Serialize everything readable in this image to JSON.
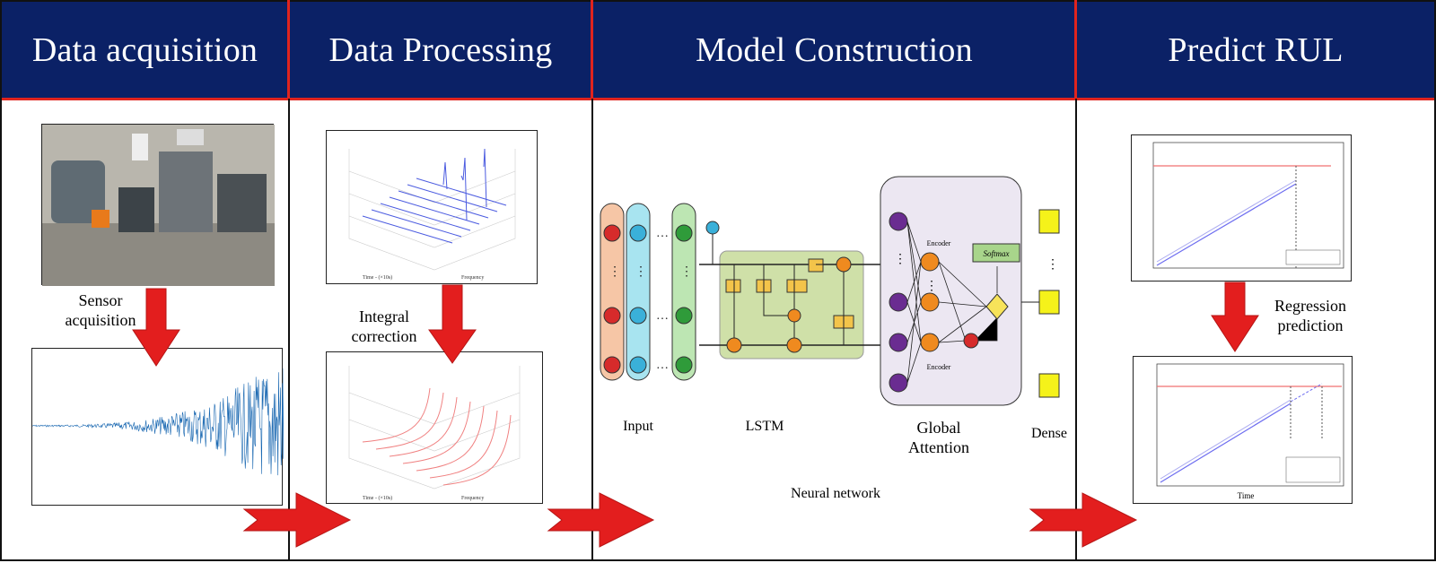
{
  "headers": {
    "data_acquisition": "Data acquisition",
    "data_processing": "Data Processing",
    "model_construction": "Model Construction",
    "predict_rul": "Predict RUL"
  },
  "acquisition": {
    "sensor_label": "Sensor acquisition"
  },
  "processing": {
    "integral_label": "Integral correction"
  },
  "model": {
    "input_label": "Input",
    "lstm_label": "LSTM",
    "attention_label": "Global Attention",
    "dense_label": "Dense",
    "network_label": "Neural network",
    "encoder_top": "Encoder",
    "encoder_bottom": "Encoder",
    "softmax": "Softmax"
  },
  "predict": {
    "regression_label": "Regression prediction",
    "time_label": "Time"
  },
  "colors": {
    "header_bg": "#0b2166",
    "red": "#e0241e",
    "signal_blue": "#1565b0",
    "lstm_green": "#cfe0a8",
    "neuron_purple": "#6a2c91",
    "neuron_orange": "#ef8a1f"
  }
}
